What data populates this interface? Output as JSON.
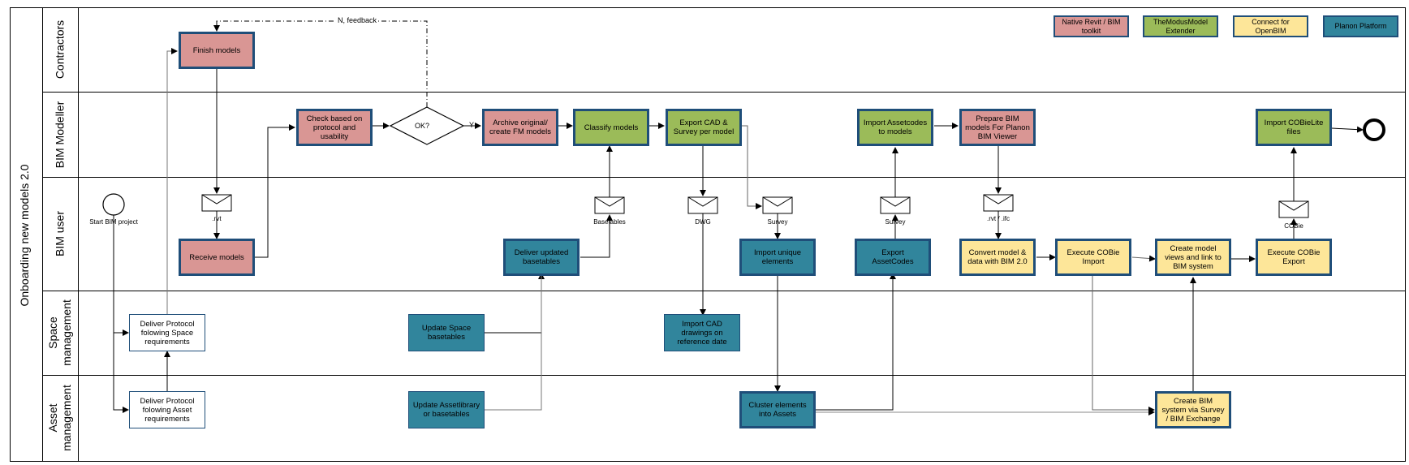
{
  "pool": {
    "title": "Onboarding new models 2.0"
  },
  "lanes": {
    "contractors": [
      "Contractors"
    ],
    "bim_modeller": [
      "BIM Modeller"
    ],
    "bim_user": [
      "BIM user"
    ],
    "space_management": [
      "Space",
      "management"
    ],
    "asset_management": [
      "Asset",
      "management"
    ]
  },
  "legend": {
    "native_revit": "Native Revit / BIM toolkit",
    "modus_model": "TheModusModel Extender",
    "connect_openbim": "Connect for OpenBIM",
    "planon": "Planon Platform"
  },
  "tasks": {
    "finish_models": "Finish models",
    "check_protocol": "Check based on protocol and usability",
    "archive_original": "Archive original/ create FM models",
    "classify_models": "Classify models",
    "export_cad_survey": "Export CAD & Survey per model",
    "import_assetcodes": "Import Assetcodes to models",
    "prepare_bim": "Prepare BIM models For Planon BIM Viewer",
    "import_cobielite": "Import COBieLite files",
    "receive_models": "Receive models",
    "deliver_basetables": "Deliver updated basetables",
    "import_unique": "Import unique elements",
    "export_assetcodes": "Export AssetCodes",
    "convert_model": "Convert model & data with BIM 2.0",
    "execute_cobie_import": "Execute COBie Import",
    "create_model_views": "Create model views and link to BIM system",
    "execute_cobie_export": "Execute COBie Export",
    "deliver_protocol_space": "Deliver Protocol folowing Space requirements",
    "update_space_basetables": "Update Space basetables",
    "import_cad_drawings": "Import CAD drawings on reference date",
    "deliver_protocol_asset": "Deliver Protocol folowing Asset requirements",
    "update_assetlibrary": "Update Assetlibrary or basetables",
    "cluster_elements": "Cluster elements into Assets",
    "create_bim_system": "Create BIM system via Survey / BIM Exchange"
  },
  "gateway": {
    "label": "OK?",
    "yes": "Y",
    "no": "N, feedback"
  },
  "events": {
    "start": "Start BIM project"
  },
  "messages": {
    "rvt": ".rvt",
    "basetables": "Basetables",
    "dwg": "DWG",
    "survey1": "Survey",
    "survey2": "Survey",
    "rvt_ifc": ".rvt / .ifc",
    "cobie": "COBie"
  },
  "colors": {
    "native_revit": "#d99694",
    "modus_model": "#9bbb59",
    "connect_openbim": "#fde699",
    "planon": "#31859c",
    "border": "#1f4e79"
  }
}
